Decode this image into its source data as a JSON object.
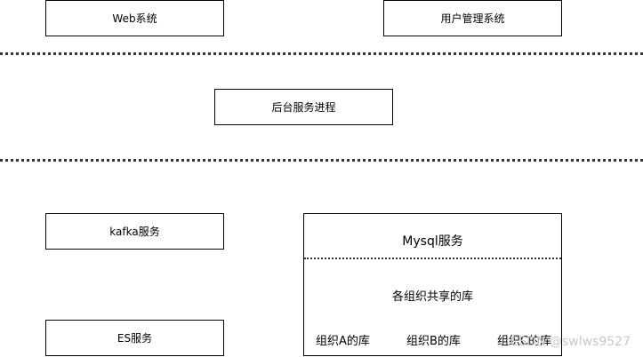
{
  "nodes": {
    "web": "Web系统",
    "user_mgmt": "用户管理系统",
    "backend": "后台服务进程",
    "kafka": "kafka服务",
    "es": "ES服务"
  },
  "mysql": {
    "title": "Mysql服务",
    "shared": "各组织共享的库",
    "orgs": [
      "组织A的库",
      "组织B的库",
      "组织C的库"
    ]
  },
  "watermark": "CSDN @swlws9527",
  "colors": {
    "stroke": "#000000",
    "dots": "#333333",
    "watermark": "#c8c8c8"
  }
}
